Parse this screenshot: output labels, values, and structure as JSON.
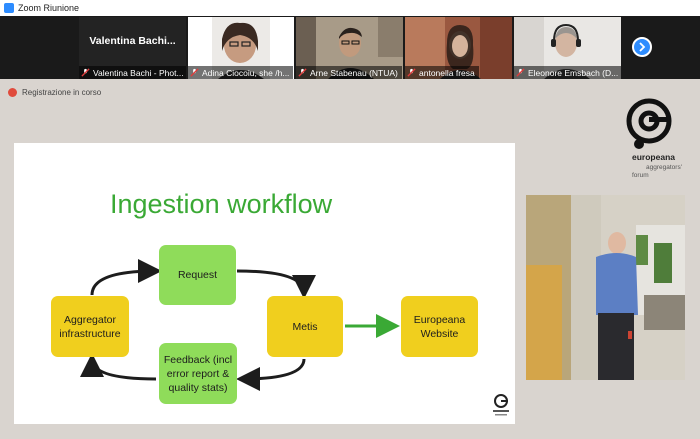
{
  "app": {
    "title": "Zoom Riunione"
  },
  "participants": [
    {
      "name": "Valentina Bachi - Phot...",
      "display": "Valentina  Bachi..."
    },
    {
      "name": "Adina Ciocoiu, she /h..."
    },
    {
      "name": "Arne Stabenau (NTUA)"
    },
    {
      "name": "antonella fresa"
    },
    {
      "name": "Eleonore Emsbach (D..."
    }
  ],
  "recording": {
    "label": "Registrazione in corso"
  },
  "logo": {
    "name": "europeana",
    "subtitle_line1": "aggregators'",
    "subtitle_line2": "forum"
  },
  "slide": {
    "title": "Ingestion workflow",
    "boxes": {
      "request": "Request",
      "aggregator_line1": "Aggregator",
      "aggregator_line2": "infrastructure",
      "metis": "Metis",
      "europeana_line1": "Europeana",
      "europeana_line2": "Website",
      "feedback_line1": "Feedback (incl",
      "feedback_line2": "error report &",
      "feedback_line3": "quality stats)"
    }
  },
  "colors": {
    "accent": "#2d8cff",
    "slide_title": "#3aa935",
    "box_green": "#8fdc5a",
    "box_yellow": "#f0cf1e",
    "recording": "#e04b3c"
  },
  "icons": [
    "zoom-icon",
    "muted-mic-icon",
    "next-page-icon",
    "recording-icon",
    "europeana-logo-icon"
  ]
}
